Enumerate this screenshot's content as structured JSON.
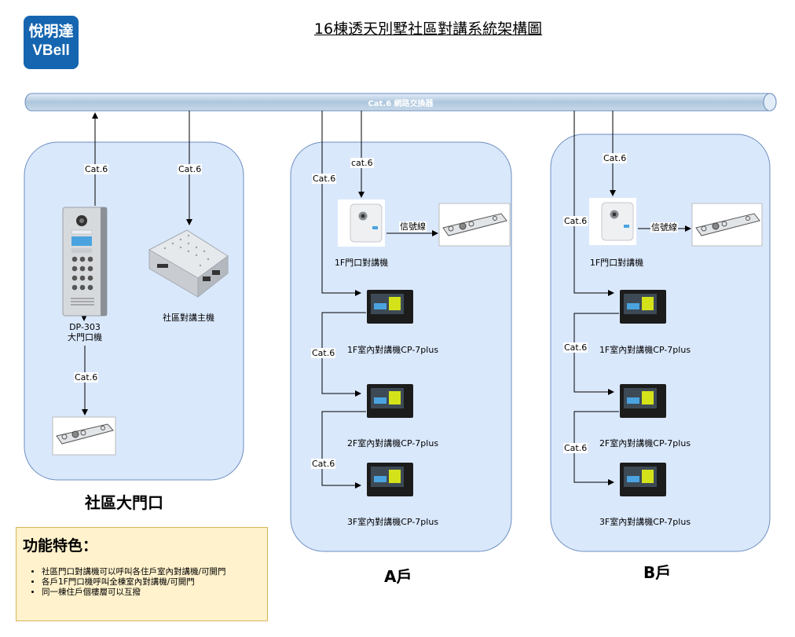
{
  "logo": {
    "line1": "悅明達",
    "line2": "VBell"
  },
  "title": "16棟透天別墅社區對講系統架構圖",
  "switch_label": "Cat.6 網路交換器",
  "colors": {
    "zone_fill": "#dae8fc",
    "zone_border": "#6c8ebf",
    "logo_bg": "#1565b0",
    "feature_fill": "#fff2cc",
    "feature_border": "#d6b656"
  },
  "gate": {
    "zone_title": "社區大門口",
    "cable_up": "Cat.6",
    "cable_down": "Cat.6",
    "cable_lock": "Cat.6",
    "door_unit_model": "DP-303",
    "door_unit_name": "大門口機",
    "host_name": "社區對講主機"
  },
  "house_a": {
    "zone_title": "A戶",
    "cable_outdoor": "cat.6",
    "cable_main": "Cat.6",
    "cable_2f": "Cat.6",
    "cable_3f": "Cat.6",
    "signal_label": "信號線",
    "outdoor_name": "1F門口對講機",
    "indoor_1f": "1F室內對講機CP-7plus",
    "indoor_2f": "2F室內對講機CP-7plus",
    "indoor_3f": "3F室內對講機CP-7plus"
  },
  "house_b": {
    "zone_title": "B戶",
    "cable_outdoor": "Cat.6",
    "cable_main": "Cat.6",
    "cable_2f": "Cat.6",
    "cable_3f": "Cat.6",
    "signal_label": "信號線",
    "outdoor_name": "1F門口對講機",
    "indoor_1f": "1F室內對講機CP-7plus",
    "indoor_2f": "2F室內對講機CP-7plus",
    "indoor_3f": "3F室內對講機CP-7plus"
  },
  "features": {
    "title": "功能特色：",
    "items": [
      "社區門口對講機可以呼叫各住戶室內對講機/可開門",
      "各戶1F門口機呼叫全棟室內對講機/可開門",
      "同一棟住戶個樓層可以互撥"
    ]
  }
}
